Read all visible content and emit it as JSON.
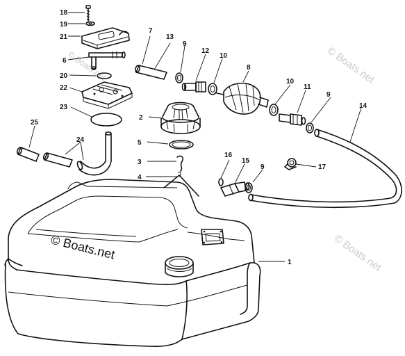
{
  "watermark": {
    "primary": "© Boats.net",
    "secondary": "© Boats.net"
  },
  "callouts": {
    "c1": "1",
    "c2": "2",
    "c3": "3",
    "c4": "4",
    "c5": "5",
    "c6": "6",
    "c7": "7",
    "c8": "8",
    "c9a": "9",
    "c9b": "9",
    "c9c": "9",
    "c10a": "10",
    "c10b": "10",
    "c11": "11",
    "c12": "12",
    "c13": "13",
    "c14": "14",
    "c15": "15",
    "c16": "16",
    "c17": "17",
    "c18": "18",
    "c19": "19",
    "c20": "20",
    "c21": "21",
    "c22": "22",
    "c23": "23",
    "c24": "24",
    "c25": "25"
  }
}
